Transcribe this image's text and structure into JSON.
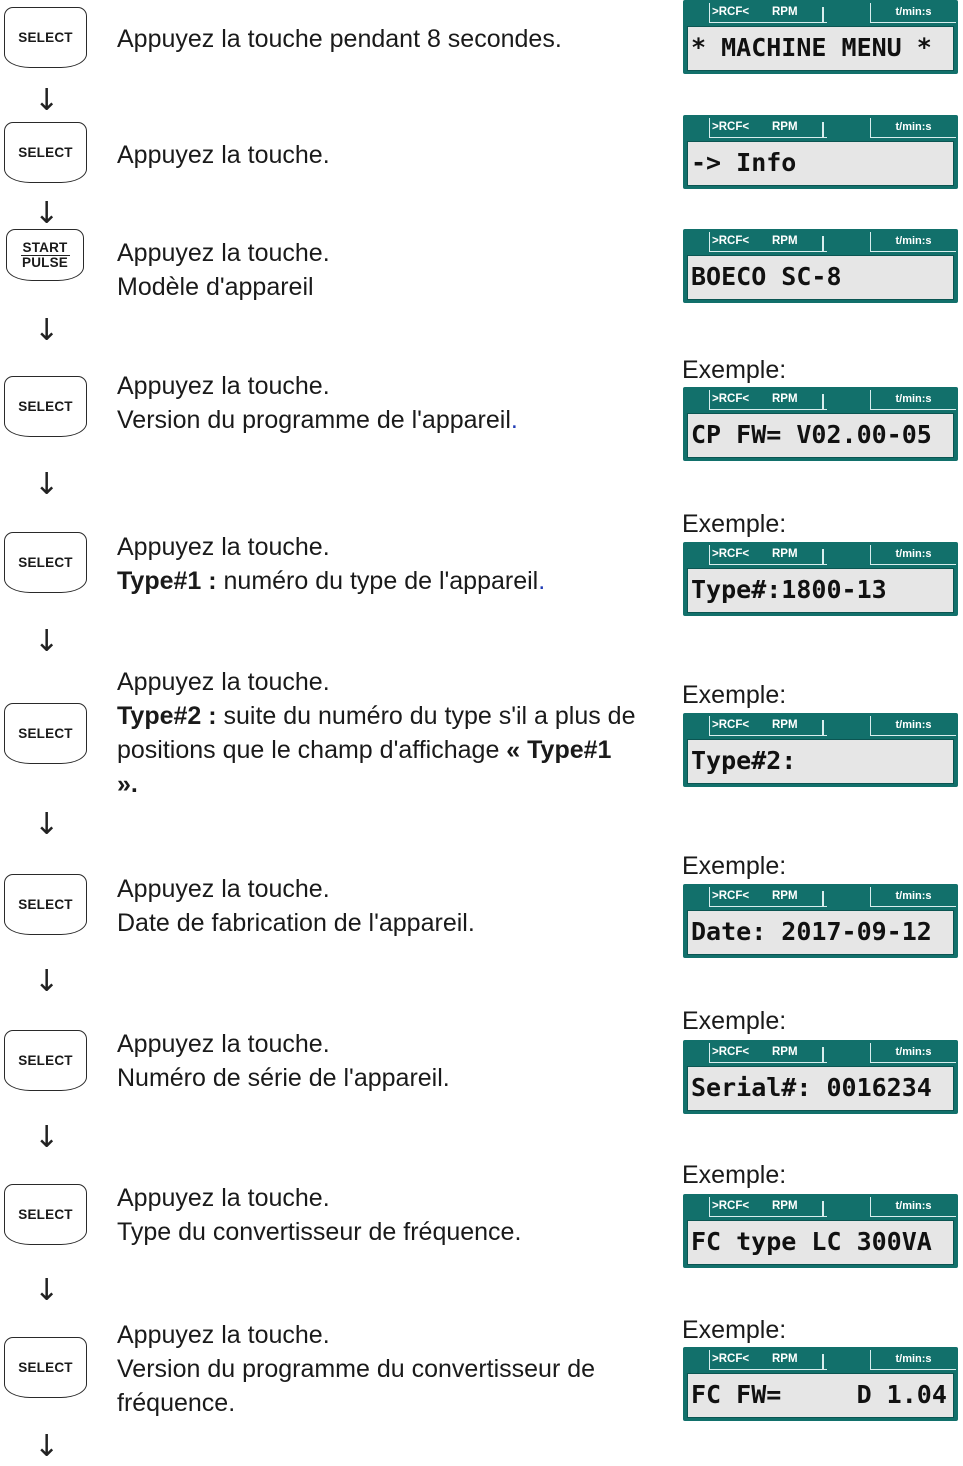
{
  "lcd_tabs": {
    "rcf": ">RCF<",
    "rpm": "RPM",
    "time": "t/min:s"
  },
  "example_label": "Exemple:",
  "keys": {
    "select": "SELECT",
    "start": "START",
    "pulse": "PULSE"
  },
  "arrow": "↓",
  "steps": [
    {
      "lines": [
        "Appuyez la touche pendant 8 secondes."
      ],
      "display": "* MACHINE MENU *"
    },
    {
      "lines": [
        "Appuyez la touche."
      ],
      "display": "-> Info"
    },
    {
      "lines": [
        "Appuyez la touche.",
        "Modèle d'appareil"
      ],
      "display": "BOECO SC-8"
    },
    {
      "lines": [
        "Appuyez la touche.",
        "Version du programme de l'appareil",
        "."
      ],
      "display": "CP FW= V02.00-05"
    },
    {
      "lines": [
        "Appuyez la touche.",
        "Type#1 :",
        " numéro du type de l'appareil",
        "."
      ],
      "display": "Type#:1800-13"
    },
    {
      "lines": [
        "Appuyez la touche.",
        "Type#2 :",
        " suite du numéro du type s'il a plus de",
        "positions que le champ d'affichage ",
        "« Type#1",
        "»."
      ],
      "display": "Type#2:"
    },
    {
      "lines": [
        "Appuyez la touche.",
        "Date de fabrication de l'appareil."
      ],
      "display": "Date: 2017-09-12"
    },
    {
      "lines": [
        "Appuyez la touche.",
        "Numéro de série de l'appareil."
      ],
      "display": "Serial#: 0016234"
    },
    {
      "lines": [
        "Appuyez la touche.",
        "Type du convertisseur de fréquence."
      ],
      "display": "FC type LC 300VA"
    },
    {
      "lines": [
        "Appuyez la touche.",
        "Version du programme du convertisseur de",
        "fréquence."
      ],
      "display": "FC FW=     D 1.04"
    }
  ]
}
